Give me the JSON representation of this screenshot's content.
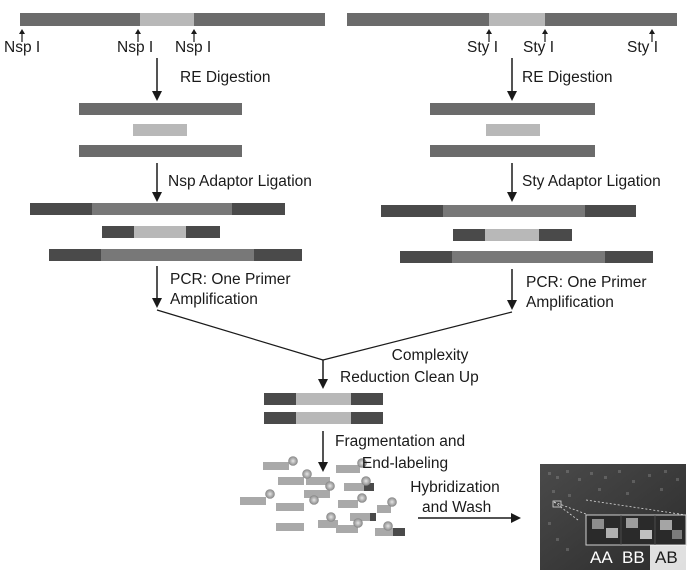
{
  "left_branch": {
    "site_labels": [
      "Nsp I",
      "Nsp I",
      "Nsp I"
    ],
    "step_digestion": "RE Digestion",
    "step_ligation": "Nsp Adaptor Ligation",
    "step_pcr_line1": "PCR: One Primer",
    "step_pcr_line2": "Amplification"
  },
  "right_branch": {
    "site_labels": [
      "Sty I",
      "Sty I",
      "Sty I"
    ],
    "step_digestion": "RE Digestion",
    "step_ligation": "Sty Adaptor Ligation",
    "step_pcr_line1": "PCR: One Primer",
    "step_pcr_line2": "Amplification"
  },
  "merged": {
    "step_cleanup_line1": "Complexity",
    "step_cleanup_line2": "Reduction Clean Up",
    "step_fragment_line1": "Fragmentation and",
    "step_fragment_line2": "End-labeling",
    "step_hybrid_line1": "Hybridization",
    "step_hybrid_line2": "and Wash"
  },
  "array": {
    "genotype_labels": [
      "AA",
      "BB",
      "AB"
    ]
  },
  "colors": {
    "dna_dark": "#6b6b6b",
    "dna_light": "#b8b8b8",
    "adaptor": "#4a4a4a",
    "fragment_light": "#a9a9a9",
    "array_bg": "#3c3c3c",
    "arrow": "#1a1a1a"
  }
}
